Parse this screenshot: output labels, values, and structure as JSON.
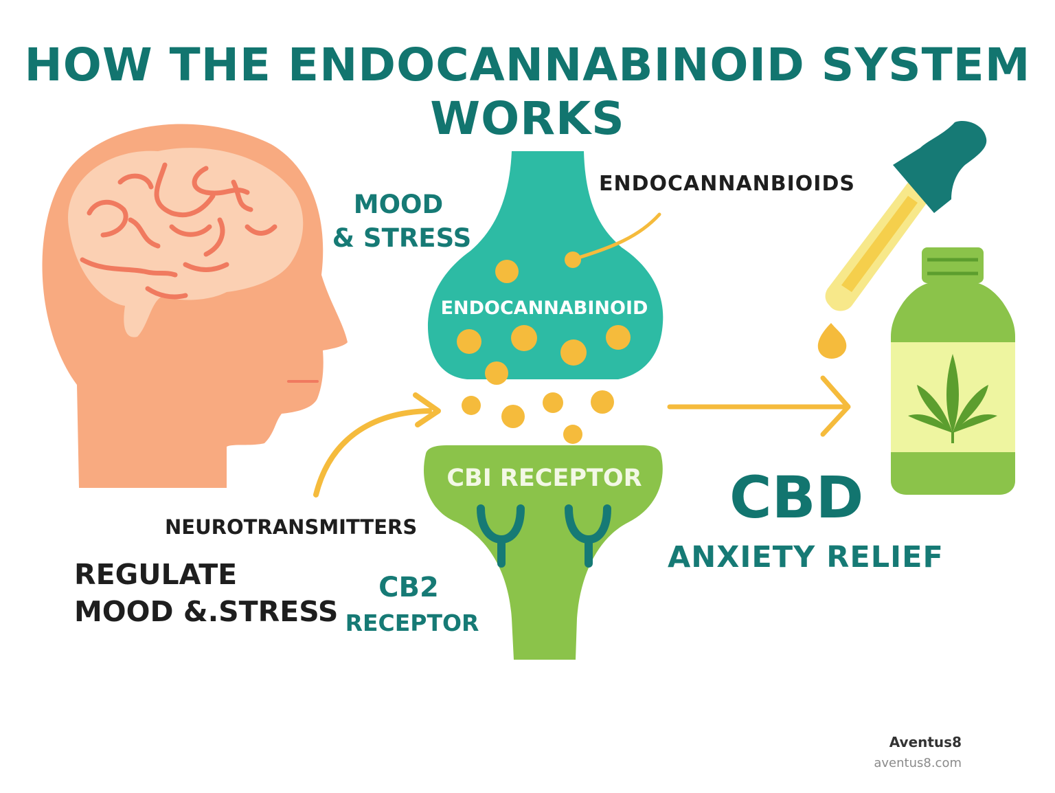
{
  "title": {
    "line1": "HOW THE ENDOCANNABINOID SYSTEM",
    "line2": "WORKS"
  },
  "labels": {
    "mood_stress_1": "MOOD",
    "mood_stress_2": "& STRESS",
    "endocannanbioids": "ENDOCANNANBIOIDS",
    "endocannabinoid": "ENDOCANNABINOID",
    "cb1_receptor": "CBI RECEPTOR",
    "neurotransmitters": "NEUROTRANSMITTERS",
    "regulate_1": "REGULATE",
    "regulate_2": "MOOD &.STRESS",
    "cb2_1": "CB2",
    "cb2_2": "RECEPTOR",
    "cbd": "CBD",
    "anxiety_relief": "ANXIETY RELIEF"
  },
  "brand": {
    "name": "Aventus8",
    "url": "aventus8.com"
  },
  "icons": [
    "head-brain-icon",
    "synapse-icon",
    "receptor-icon",
    "dropper-icon",
    "cbd-bottle-icon",
    "cannabis-leaf-icon",
    "arrow-icon"
  ],
  "colors": {
    "title": "#12756f",
    "head": "#f8aa80",
    "brain": "#fbd0b3",
    "brain_folds": "#f07a5f",
    "synapse_top": "#2dbba4",
    "receptor_bottom": "#8bc34a",
    "molecule": "#f5bb3c",
    "bottle": "#8bc34a",
    "bottle_label": "#eef5a0",
    "dropper_cap": "#167a75"
  }
}
